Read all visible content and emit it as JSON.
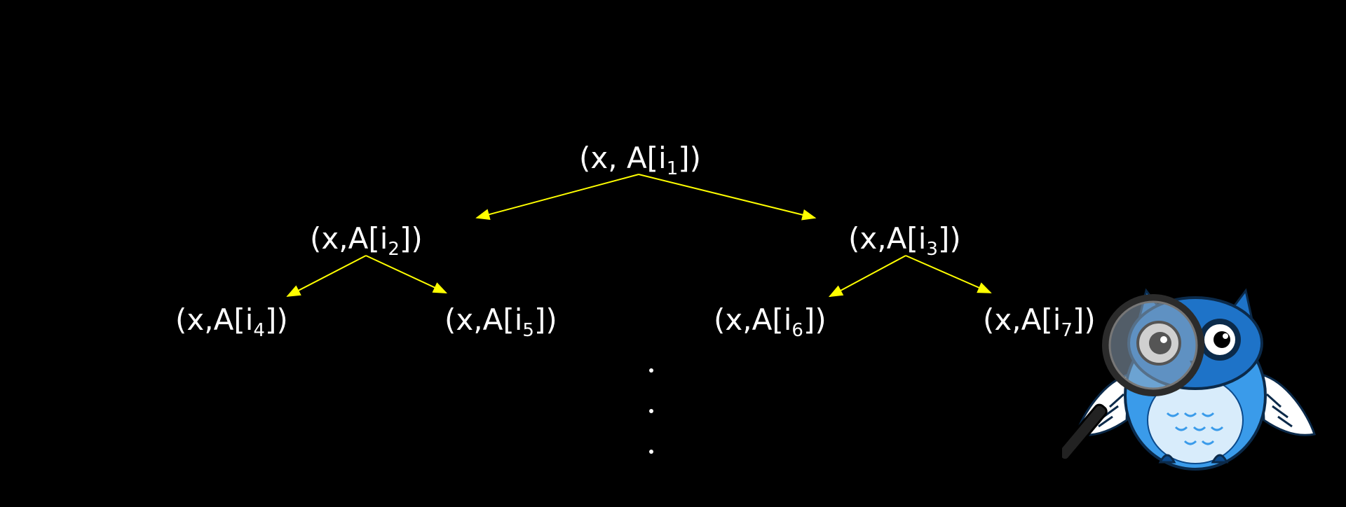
{
  "tree": {
    "root": {
      "text": "(x, A[i",
      "sub": "1",
      "close": "])"
    },
    "n2": {
      "text": "(x,A[i",
      "sub": "2",
      "close": "])"
    },
    "n3": {
      "text": "(x,A[i",
      "sub": "3",
      "close": "])"
    },
    "n4": {
      "text": "(x,A[i",
      "sub": "4",
      "close": "])"
    },
    "n5": {
      "text": "(x,A[i",
      "sub": "5",
      "close": "])"
    },
    "n6": {
      "text": "(x,A[i",
      "sub": "6",
      "close": "])"
    },
    "n7": {
      "text": "(x,A[i",
      "sub": "7",
      "close": "])"
    }
  },
  "colors": {
    "background": "#000000",
    "edge": "#ffff00",
    "text": "#ffffff",
    "owl_blue": "#3a9bea",
    "owl_dark": "#0b4a8c"
  },
  "icons": {
    "mascot": "owl-with-magnifying-glass-icon"
  }
}
